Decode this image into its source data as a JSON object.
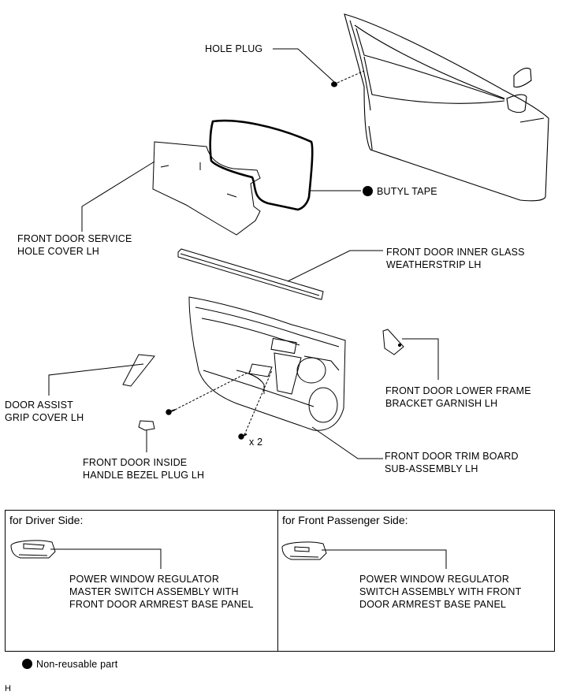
{
  "labels": {
    "hole_plug": "HOLE PLUG",
    "butyl_tape": "BUTYL TAPE",
    "service_hole_cover_l1": "FRONT DOOR SERVICE",
    "service_hole_cover_l2": "HOLE COVER LH",
    "weatherstrip_l1": "FRONT DOOR INNER GLASS",
    "weatherstrip_l2": "WEATHERSTRIP LH",
    "grip_cover_l1": "DOOR ASSIST",
    "grip_cover_l2": "GRIP COVER LH",
    "bracket_garnish_l1": "FRONT DOOR LOWER FRAME",
    "bracket_garnish_l2": "BRACKET GARNISH LH",
    "bezel_plug_l1": "FRONT DOOR INSIDE",
    "bezel_plug_l2": "HANDLE BEZEL PLUG LH",
    "trim_board_l1": "FRONT DOOR TRIM BOARD",
    "trim_board_l2": "SUB-ASSEMBLY LH",
    "screw_qty": "x 2"
  },
  "driver_panel": {
    "header": "for Driver Side:",
    "part_l1": "POWER WINDOW REGULATOR",
    "part_l2": "MASTER SWITCH ASSEMBLY WITH",
    "part_l3": "FRONT DOOR ARMREST BASE PANEL"
  },
  "passenger_panel": {
    "header": "for Front Passenger Side:",
    "part_l1": "POWER WINDOW REGULATOR",
    "part_l2": "SWITCH ASSEMBLY WITH FRONT",
    "part_l3": "DOOR ARMREST BASE PANEL"
  },
  "legend": {
    "non_reusable": "Non-reusable part"
  },
  "footer_code": "H"
}
